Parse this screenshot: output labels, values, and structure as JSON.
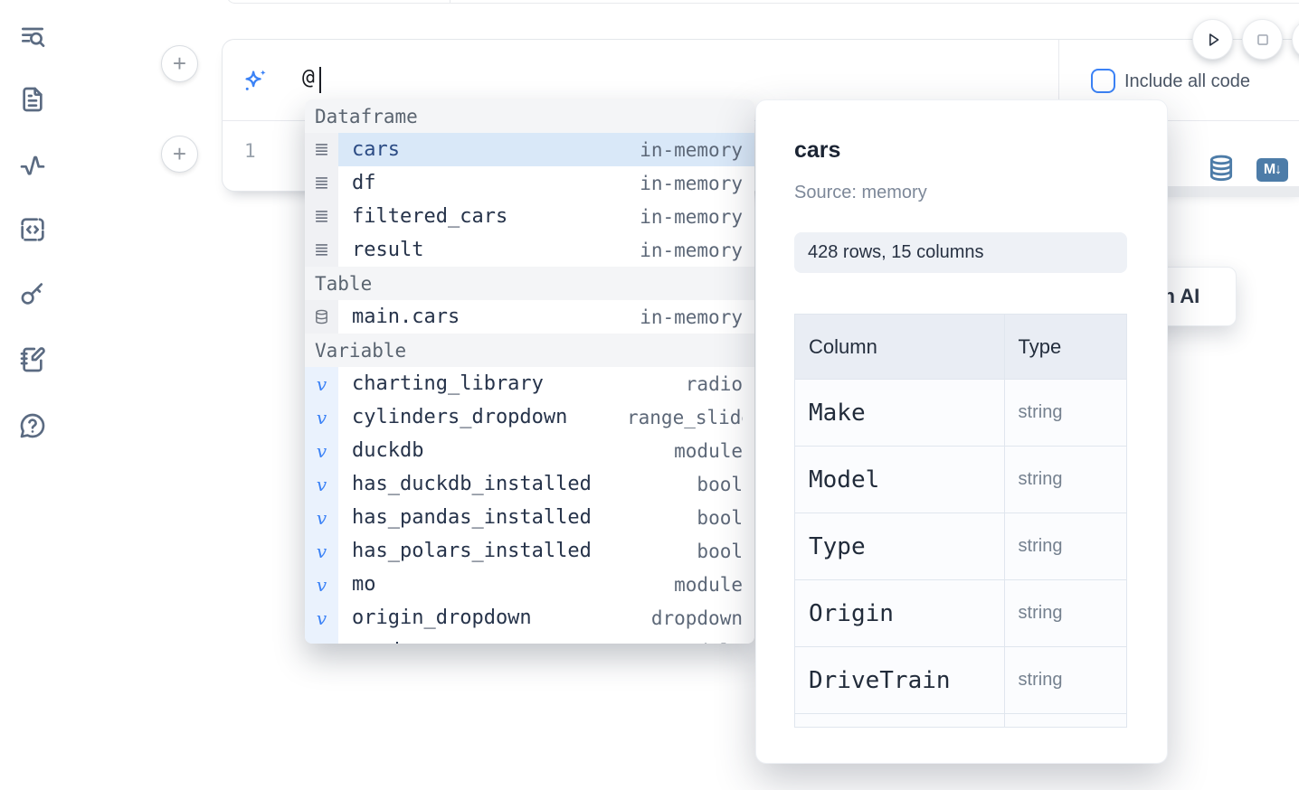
{
  "sidebar": {
    "icons": [
      {
        "name": "list-search-icon"
      },
      {
        "name": "file-text-icon"
      },
      {
        "name": "activity-icon"
      },
      {
        "name": "code-snippet-icon"
      },
      {
        "name": "key-icon"
      },
      {
        "name": "notebook-pen-icon"
      },
      {
        "name": "help-chat-icon"
      }
    ]
  },
  "cell": {
    "add_button_label": "+",
    "prompt_value": "@",
    "include_all_code_label": "Include all code",
    "line_number": "1",
    "markdown_badge_label": "M↓"
  },
  "autocomplete": {
    "sections": [
      {
        "label": "Dataframe",
        "items": [
          {
            "name": "cars",
            "type": "in-memory",
            "selected": true
          },
          {
            "name": "df",
            "type": "in-memory"
          },
          {
            "name": "filtered_cars",
            "type": "in-memory"
          },
          {
            "name": "result",
            "type": "in-memory"
          }
        ]
      },
      {
        "label": "Table",
        "items": [
          {
            "name": "main.cars",
            "type": "in-memory"
          }
        ]
      },
      {
        "label": "Variable",
        "items": [
          {
            "name": "charting_library",
            "type": "radio"
          },
          {
            "name": "cylinders_dropdown",
            "type": "range_slider"
          },
          {
            "name": "duckdb",
            "type": "module"
          },
          {
            "name": "has_duckdb_installed",
            "type": "bool"
          },
          {
            "name": "has_pandas_installed",
            "type": "bool"
          },
          {
            "name": "has_polars_installed",
            "type": "bool"
          },
          {
            "name": "mo",
            "type": "module"
          },
          {
            "name": "origin_dropdown",
            "type": "dropdown"
          },
          {
            "name": "pandas",
            "type": "module",
            "partially_visible": true
          }
        ]
      }
    ]
  },
  "preview": {
    "title": "cars",
    "source": "Source: memory",
    "shape_badge": "428 rows, 15 columns",
    "table": {
      "headers": [
        "Column",
        "Type"
      ],
      "rows": [
        {
          "column": "Make",
          "type": "string"
        },
        {
          "column": "Model",
          "type": "string"
        },
        {
          "column": "Type",
          "type": "string"
        },
        {
          "column": "Origin",
          "type": "string"
        },
        {
          "column": "DriveTrain",
          "type": "string"
        }
      ]
    }
  },
  "ai_button": {
    "label": "with AI"
  },
  "colors": {
    "accent_blue": "#3b82f6",
    "steel_blue": "#4d7ca8",
    "selected_row_bg": "#d9e8f8",
    "icon_slate": "#5b6b82"
  }
}
